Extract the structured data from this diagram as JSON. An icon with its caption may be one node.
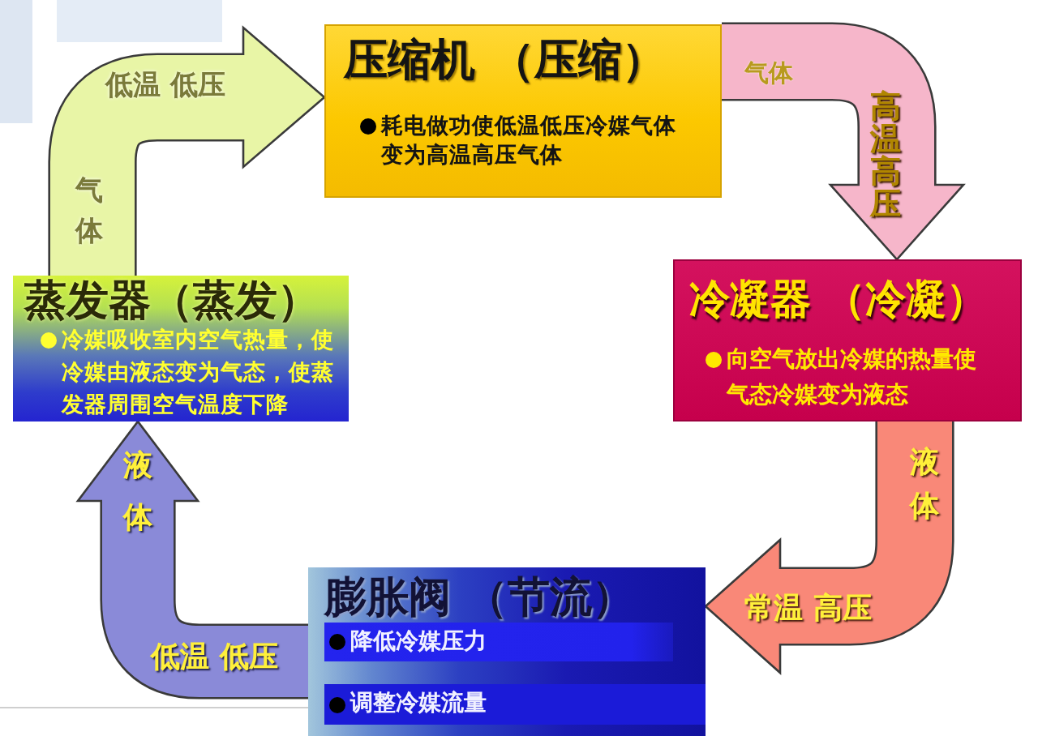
{
  "diagram": {
    "nodes": [
      {
        "text": [
          "压缩机 （压缩）",
          "耗电做功使低温低压冷媒气体变为高温高压气体"
        ]
      },
      {
        "text": [
          "冷凝器 （冷凝）",
          "向空气放出冷媒的热量使气态冷媒变为液态"
        ]
      },
      {
        "text": [
          "蒸发器（蒸发）",
          "冷媒吸收室内空气热量，使冷媒由液态变为气态，使蒸发器周围空气温度下降"
        ]
      },
      {
        "text": [
          "膨胀阀 （节流）"
        ]
      },
      {
        "text": [
          "降低冷媒压力"
        ],
        "in": 3
      },
      {
        "text": [
          "调整冷媒流量"
        ],
        "in": 3
      }
    ],
    "edges": [
      {
        "from": 2,
        "to": 0,
        "arrow": "to",
        "label": "低温 低压",
        "color": "#e8f5a6"
      },
      {
        "from": 0,
        "to": 1,
        "arrow": "to",
        "label": "高温高压",
        "color": "#f6b6ca"
      },
      {
        "from": 1,
        "to": 3,
        "arrow": "to",
        "label": "常温 高压",
        "color": "#f98878"
      },
      {
        "from": 3,
        "to": 2,
        "arrow": "to",
        "label": "低温 低压",
        "color": "#8a8ad8"
      }
    ],
    "labels": [
      "气体",
      "气体",
      "液体",
      "液体"
    ]
  }
}
